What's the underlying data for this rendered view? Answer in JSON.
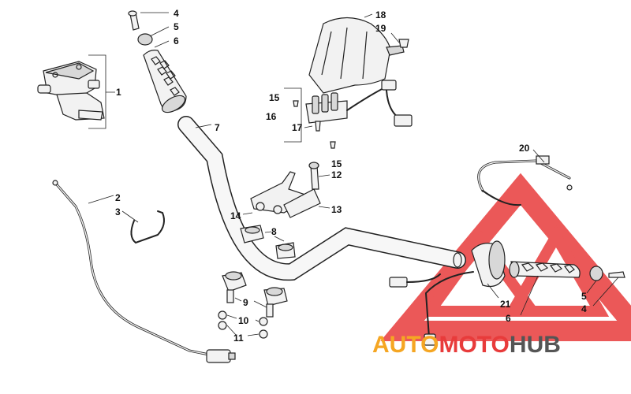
{
  "callouts": [
    {
      "id": "c1",
      "text": "1"
    },
    {
      "id": "c2",
      "text": "2"
    },
    {
      "id": "c3",
      "text": "3"
    },
    {
      "id": "c4a",
      "text": "4"
    },
    {
      "id": "c5a",
      "text": "5"
    },
    {
      "id": "c6a",
      "text": "6"
    },
    {
      "id": "c7",
      "text": "7"
    },
    {
      "id": "c8",
      "text": "8"
    },
    {
      "id": "c9",
      "text": "9"
    },
    {
      "id": "c10",
      "text": "10"
    },
    {
      "id": "c11",
      "text": "11"
    },
    {
      "id": "c12",
      "text": "12"
    },
    {
      "id": "c13",
      "text": "13"
    },
    {
      "id": "c14",
      "text": "14"
    },
    {
      "id": "c15a",
      "text": "15"
    },
    {
      "id": "c15b",
      "text": "15"
    },
    {
      "id": "c16",
      "text": "16"
    },
    {
      "id": "c17",
      "text": "17"
    },
    {
      "id": "c18",
      "text": "18"
    },
    {
      "id": "c19",
      "text": "19"
    },
    {
      "id": "c20",
      "text": "20"
    },
    {
      "id": "c21",
      "text": "21"
    },
    {
      "id": "c6b",
      "text": "6"
    },
    {
      "id": "c5b",
      "text": "5"
    },
    {
      "id": "c4b",
      "text": "4"
    }
  ],
  "watermark": {
    "word_auto": "AUTO",
    "word_moto": "MOTO",
    "word_hub": "HUB",
    "accent_color": "#f5a623",
    "triangle_color": "#e83b3b",
    "hub_color": "#555555"
  },
  "icons": [
    "throttle-housing-icon",
    "grip-icon",
    "handlebar-icon",
    "windshield-icon",
    "switch-housing-icon",
    "cable-icon",
    "clamp-icon"
  ]
}
